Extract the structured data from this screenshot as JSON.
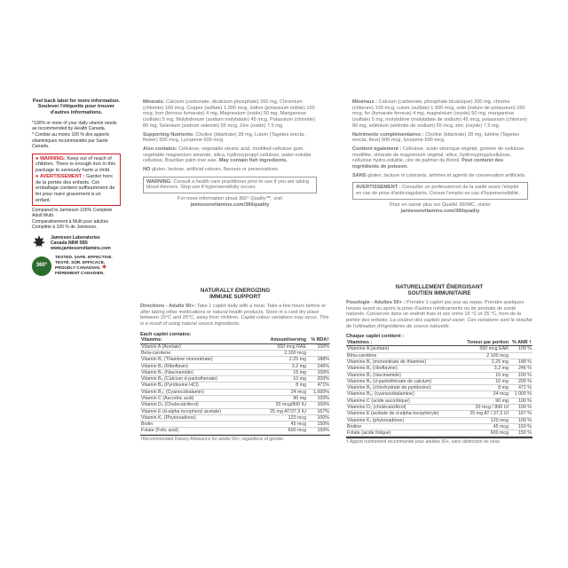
{
  "left_panel": {
    "peel_label": "Peel back label for more information. Soulever l'étiquette pour trouver d'autres informations.",
    "footnote_en": "*100% or more of your daily vitamin needs as recommended by Health Canada.",
    "footnote_fr": "* Combie au moins 100 % des apports vitaminiques recommandés par Santé Canada.",
    "warning_en_label": "WARNING:",
    "warning_en": "Keep out of reach of children. There is enough iron in this package to seriously harm a child.",
    "warning_fr_label": "AVERTISSEMENT :",
    "warning_fr": "Garder hors de la portée des enfants. Cet emballage contient suffisamment de fer pour nuire gravement à un enfant.",
    "compare_en": "Compared to Jamieson 100% Complete Adult Multi.",
    "compare_fr": "Comparativement à Multi pour adultes Complète à 100 % de Jamieson.",
    "company": "Jamieson Laboratories",
    "company_line2": "Canada N8W 5B5",
    "website": "www.jamiesonvitamins.com",
    "seal_text": "360°",
    "tested_lines": [
      "TESTED. SAFE. EFFECTIVE.",
      "TESTÉ. SÛR. EFFICACE.",
      "PROUDLY CANADIAN.",
      "FIÈREMENT CANADIEN."
    ]
  },
  "english_panel": {
    "minerals_label": "Minerals:",
    "minerals": "Calcium (carbonate, dicalcium phosphate) 200 mg, Chromium (chloride) 100 mcg, Copper (sulfate) 1,000 mcg, Iodine (potassium iodide) 150 mcg, Iron (ferrous fumarate) 4 mg, Magnesium (oxide) 50 mg, Manganese (sulfate) 5 mg, Molybdenum (sodium molybdate) 45 mcg, Potassium (chloride) 80 mg, Selenium (sodium selenite) 55 mcg, Zinc (oxide) 7.5 mg.",
    "supporting_label": "Supporting Nutrients:",
    "supporting": "Choline (bitartrate) 28 mg, Lutein (Tagetes erecta, flower) 500 mcg, Lycopene 600 mcg.",
    "also_label": "Also contains:",
    "also": "Cellulose, vegetable stearic acid, modified cellulose gum, vegetable magnesium stearate, silica, hydroxypropyl cellulose, water-soluble cellulose, Brazilian palm tree wax.",
    "no_fish": "May contain fish ingredients.",
    "no_label": "NO",
    "no_text": "gluten, lactose, artificial colours, flavours or preservatives.",
    "warning_label": "WARNING:",
    "warning": "Consult a health care practitioner prior to use if you are taking blood thinners. Stop use if hypersensitivity occurs.",
    "info_line1": "For more information about 360° Quality™, visit",
    "info_line2": "jamiesonvitamins.com/360quality",
    "heading1": "NATURALLY ENERGIZING",
    "heading2": "IMMUNE SUPPORT",
    "directions_label": "Directions - Adults 50+:",
    "directions": "Take 1 caplet daily with a meal. Take a few hours before or after taking other medications or natural health products. Store in a cool dry place between 15°C and 25°C, away from children.",
    "directions_italic": "Caplet colour variations may occur. This is a result of using natural source ingredients.",
    "table_title": "Each caplet contains:",
    "col_vitamins": "Vitamins:",
    "col_amount": "Amount/serving",
    "col_pct": "% RDA†",
    "rows": [
      {
        "name": "Vitamin A (Acetate)",
        "amount": "550 mcg RAE",
        "pct": "100%"
      },
      {
        "name": "Beta-carotene",
        "amount": "2,100 mcg",
        "pct": ""
      },
      {
        "name": "Vitamin B₁ (Thiamine mononitrate)",
        "amount": "2.25 mg",
        "pct": "188%"
      },
      {
        "name": "Vitamin B₂ (Riboflavin)",
        "amount": "3.2 mg",
        "pct": "246%"
      },
      {
        "name": "Vitamin B₃ (Niacinamide)",
        "amount": "16 mg",
        "pct": "100%"
      },
      {
        "name": "Vitamin B₅ (Calcium d-pantothenate)",
        "amount": "10 mg",
        "pct": "200%"
      },
      {
        "name": "Vitamin B₆ (Pyridoxine HCl)",
        "amount": "8 mg",
        "pct": "471%"
      },
      {
        "name": "Vitamin B₁₂ (Cyanocobalamin)",
        "amount": "24 mcg",
        "pct": "1,000%"
      },
      {
        "name": "Vitamin C (Ascorbic acid)",
        "amount": "90 mg",
        "pct": "100%"
      },
      {
        "name": "Vitamin D₃ (Cholecalciferol)",
        "amount": "20 mcg/800 IU",
        "pct": "100%"
      },
      {
        "name": "Vitamin E (d-alpha tocopheryl acetate)",
        "amount": "25 mg AT/37.3 IU",
        "pct": "167%"
      },
      {
        "name": "Vitamin K₁ (Phytonadione)",
        "amount": "120 mcg",
        "pct": "100%"
      },
      {
        "name": "Biotin",
        "amount": "45 mcg",
        "pct": "150%"
      },
      {
        "name": "Folate (Folic acid)",
        "amount": "600 mcg",
        "pct": "150%"
      }
    ],
    "table_footnote": "†Recommended Dietary Allowance for adults 50+, regardless of gender."
  },
  "french_panel": {
    "minerals_label": "Minéraux :",
    "minerals": "Calcium (carbonate, phosphate bicalcique) 200 mg, chrome (chlorure) 100 mcg, cuivre (sulfate) 1 000 mcg, iode (iodure de potassium) 150 mcg, fer (fumarate ferreux) 4 mg, magnésium (oxyde) 50 mg, manganèse (sulfate) 5 mg, molybdène (molybdate de sodium) 45 mcg, potassium (chlorure) 80 mg, sélénium (sélénite de sodium) 55 mcg, zinc (oxyde) 7,5 mg.",
    "supporting_label": "Nutriments complémentaires :",
    "supporting": "Choline (bitartrate) 28 mg, lutéine (Tagetes erecta, fleur) 500 mcg, lycopène 600 mcg.",
    "also_label": "Contient également :",
    "also": "Cellulose, acide stéarique végétal, gomme de cellulose modifiée, stéarate de magnésium végétal, silice, hydroxypropylcellulose, cellulose hydro-soluble, cire de palmier du Brésil.",
    "no_fish": "Peut contenir des ingrédients de poisson.",
    "no_label": "SANS",
    "no_text": "gluten, lactose ni colorants, arômes et agents de conservation artificiels.",
    "warning_label": "AVERTISSEMENT :",
    "warning": "Consulter un professionnel de la santé avant l'emploi en cas de prise d'anticoagulants. Cesser l'emploi en cas d'hypersensibilité.",
    "info_line1": "Pour en savoir plus sur Qualité 360MC, visiter",
    "info_line2": "jamiesonvitamins.com/360quality",
    "heading1": "NATURELLEMENT ÉNERGISANT",
    "heading2": "SOUTIEN IMMUNITAIRE",
    "directions_label": "Posologie - Adultes 50+ :",
    "directions": "Prendre 1 caplet par jour au repas. Prendre quelques heures avant ou après la prise d'autres médicaments ou de produits de santé naturels. Conserver dans un endroit frais et sec entre 15 °C et 25 °C, hors de la portée des enfants.",
    "directions_italic": "La couleur des caplets peut varier. Ces variations sont le résultat de l'utilisation d'ingrédients de source naturelle.",
    "table_title": "Chaque caplet contient :",
    "col_vitamins": "Vitamines :",
    "col_amount": "Teneur par portion",
    "col_pct": "% ANR †",
    "rows": [
      {
        "name": "Vitamine A (acétate)",
        "amount": "550 mcg EAR",
        "pct": "100 %"
      },
      {
        "name": "Bêta-carotène",
        "amount": "2 100 mcg",
        "pct": ""
      },
      {
        "name": "Vitamine B₁ (mononitrate de thiamine)",
        "amount": "2,25 mg",
        "pct": "188 %"
      },
      {
        "name": "Vitamine B₂ (riboflavine)",
        "amount": "3,2 mg",
        "pct": "246 %"
      },
      {
        "name": "Vitamine B₃ (niacinamide)",
        "amount": "16 mg",
        "pct": "100 %"
      },
      {
        "name": "Vitamine B₅ (d-pantothénate de calcium)",
        "amount": "10 mg",
        "pct": "200 %"
      },
      {
        "name": "Vitamine B₆ (chlorhydrate de pyridoxine)",
        "amount": "8 mg",
        "pct": "471 %"
      },
      {
        "name": "Vitamine B₁₂ (cyanocobalamine)",
        "amount": "24 mcg",
        "pct": "1 000 %"
      },
      {
        "name": "Vitamine C (acide ascorbique)",
        "amount": "90 mg",
        "pct": "100 %"
      },
      {
        "name": "Vitamine D₃ (cholécalciférol)",
        "amount": "20 mcg / 800 UI",
        "pct": "100 %"
      },
      {
        "name": "Vitamine E (acétate de d-alpha-tocophéryle)",
        "amount": "25 mg AT / 37,3 UI",
        "pct": "167 %"
      },
      {
        "name": "Vitamine K₁ (phytonadione)",
        "amount": "120 mcg",
        "pct": "100 %"
      },
      {
        "name": "Biotine",
        "amount": "45 mcg",
        "pct": "150 %"
      },
      {
        "name": "Folate (acide folique)",
        "amount": "600 mcg",
        "pct": "150 %"
      }
    ],
    "table_footnote": "† Apport nutritionnel recommandé pour adultes 50+, sans distinction de sexe."
  },
  "colors": {
    "warning_red": "#d2232a",
    "text_dark": "#2a2a2a",
    "text_gray": "#6b6b6b",
    "seal_green": "#2e6b2f"
  }
}
